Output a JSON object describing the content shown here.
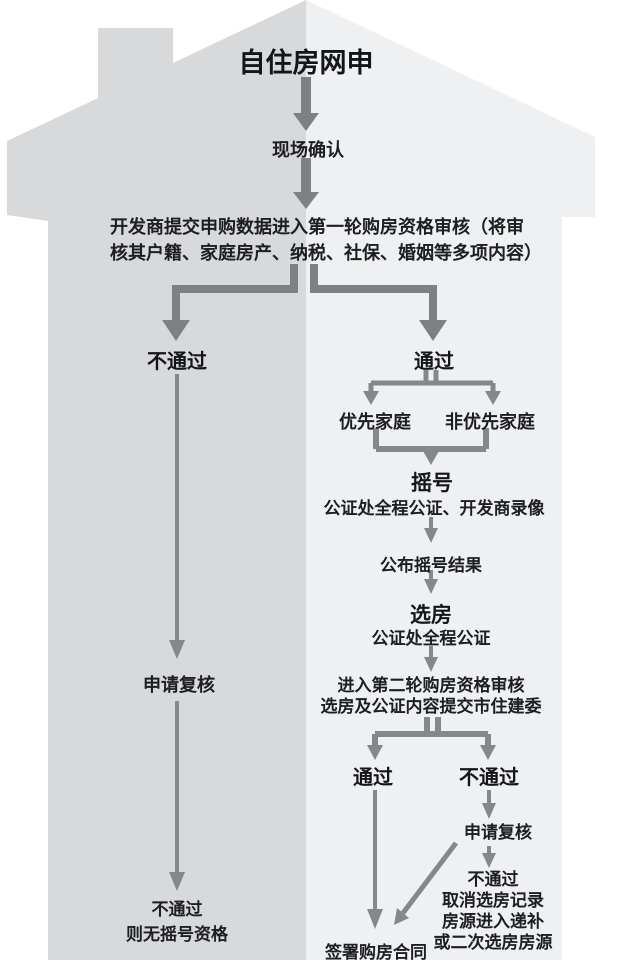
{
  "colors": {
    "house_left": "#d8d9db",
    "house_right": "#eff0f1",
    "arrow": "#7e8083",
    "arrow_light": "#85878b",
    "text": "#1d1e20"
  },
  "flow": {
    "title": "自住房网申",
    "step_confirm": "现场确认",
    "review1_line1": "开发商提交申购数据进入第一轮购房资格审核（将审",
    "review1_line2": "核其户籍、家庭房产、纳税、社保、婚姻等多项内容）",
    "fail1": "不通过",
    "pass1": "通过",
    "family_priority": "优先家庭",
    "family_non_priority": "非优先家庭",
    "lottery_title": "摇号",
    "lottery_note": "公证处全程公证、开发商录像",
    "lottery_result": "公布摇号结果",
    "choose_title": "选房",
    "choose_note": "公证处全程公证",
    "review2_line1": "进入第二轮购房资格审核",
    "review2_line2": "选房及公证内容提交市住建委",
    "pass2": "通过",
    "fail2": "不通过",
    "recheck_left": "申请复核",
    "recheck_right": "申请复核",
    "sign_contract": "签署购房合同",
    "end_left_line1": "不通过",
    "end_left_line2": "则无摇号资格",
    "end_right_line1": "不通过",
    "end_right_line2": "取消选房记录",
    "end_right_line3": "房源进入递补",
    "end_right_line4": "或二次选房房源"
  }
}
